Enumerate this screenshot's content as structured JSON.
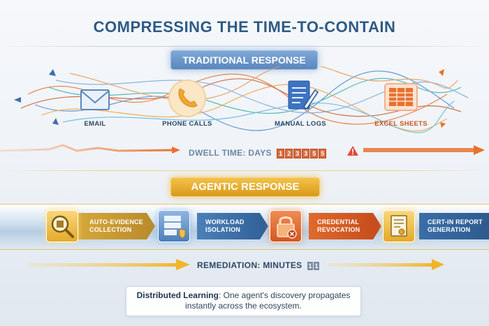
{
  "title": "COMPRESSING THE TIME-TO-CONTAIN",
  "traditional": {
    "label": "TRADITIONAL RESPONSE",
    "channels": [
      {
        "icon": "envelope-icon",
        "label": "EMAIL"
      },
      {
        "icon": "phone-icon",
        "label": "PHONE CALLS"
      },
      {
        "icon": "document-pen-icon",
        "label": "MANUAL LOGS"
      },
      {
        "icon": "spreadsheet-icon",
        "label": "EXCEL SHEETS"
      }
    ],
    "dwell_label": "DWELL TIME: DAYS",
    "dwell_counter": [
      "1",
      "2",
      "3",
      "3",
      "5",
      "5"
    ]
  },
  "agentic": {
    "label": "AGENTIC RESPONSE",
    "steps": [
      {
        "icon": "magnifier-box-icon",
        "line1": "AUTO-EVIDENCE",
        "line2": "COLLECTION"
      },
      {
        "icon": "server-shield-icon",
        "line1": "WORKLOAD",
        "line2": "ISOLATION"
      },
      {
        "icon": "padlock-x-icon",
        "line1": "CREDENTIAL",
        "line2": "REVOCATION"
      },
      {
        "icon": "certificate-icon",
        "line1": "CERT-IN REPORT",
        "line2": "GENERATION"
      }
    ],
    "remediation_label": "REMEDIATION: MINUTES",
    "remediation_counter": [
      "1",
      "1"
    ]
  },
  "note": {
    "bold": "Distributed Learning",
    "text": ": One agent's discovery propagates",
    "line2": "instantly across the ecosystem."
  },
  "colors": {
    "title": "#2e5a86",
    "traditional_accent": "#5b87bd",
    "agentic_accent": "#e0a622",
    "dwell_orange": "#e8722e"
  }
}
